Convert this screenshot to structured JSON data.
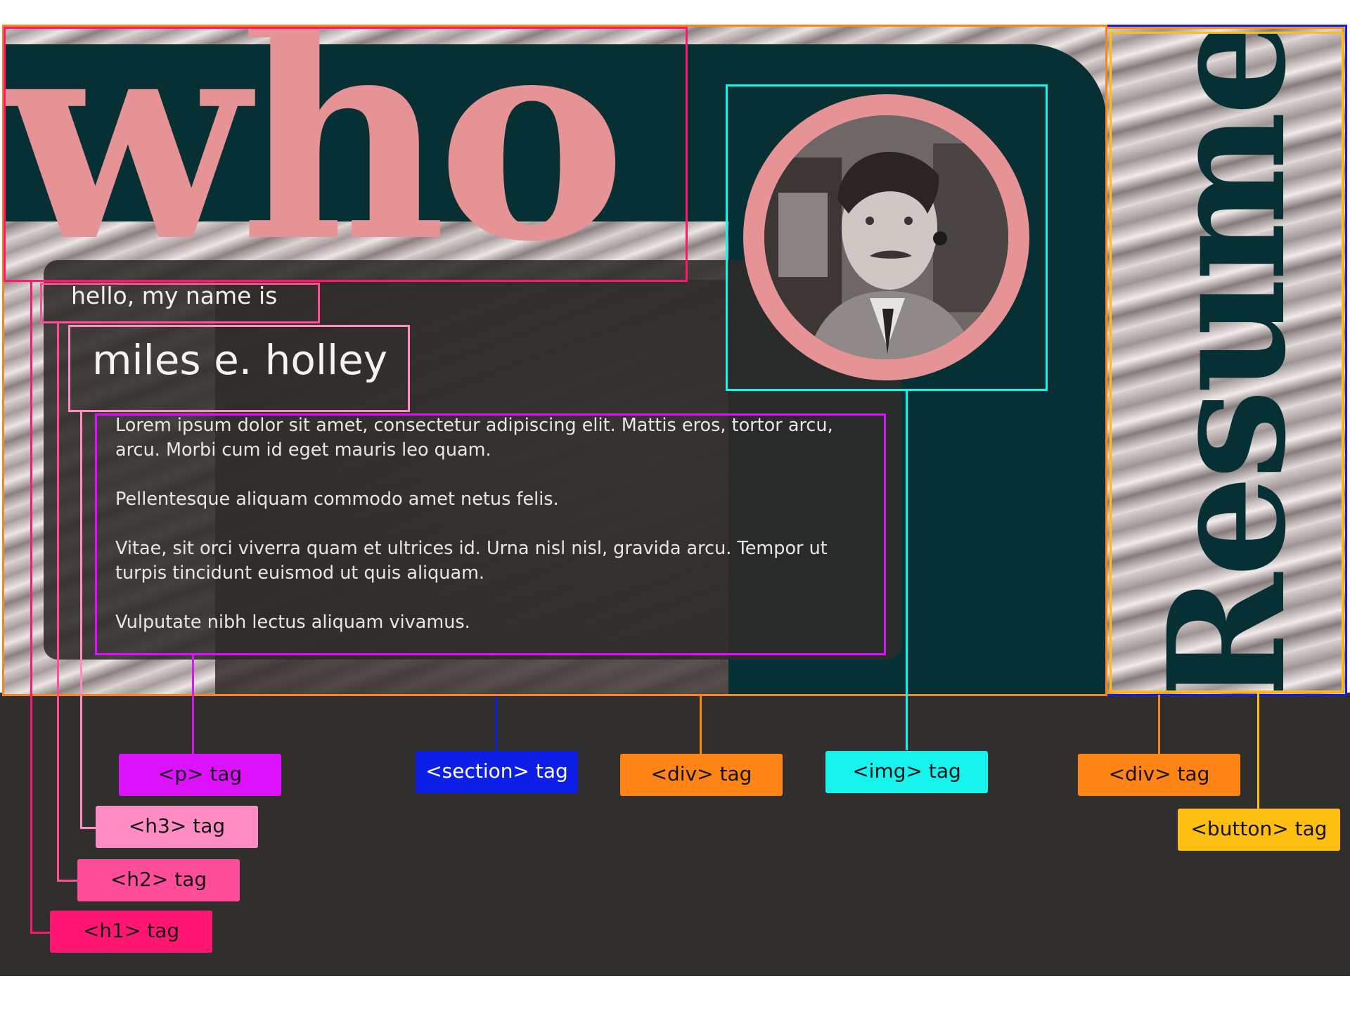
{
  "hero": {
    "title": "who",
    "greeting": "hello, my name is",
    "name": "miles e. holley",
    "paragraphs": [
      "Lorem ipsum dolor sit amet, consectetur adipiscing elit. Mattis eros, tortor arcu, arcu. Morbi cum id eget mauris leo quam.",
      "Pellentesque aliquam commodo amet netus felis.",
      "Vitae, sit orci viverra quam et ultrices id. Urna nisl nisl, gravida arcu. Tempor ut turpis tincidunt euismod ut quis aliquam.",
      "Vulputate nibh lectus aliquam vivamus."
    ]
  },
  "side": {
    "button_label": "Resume"
  },
  "annotations": [
    {
      "label": "<p> tag",
      "color": "#dc12ff"
    },
    {
      "label": "<h3> tag",
      "color": "#ff8dc3"
    },
    {
      "label": "<h2> tag",
      "color": "#ff4d9a"
    },
    {
      "label": "<h1> tag",
      "color": "#ff1670"
    },
    {
      "label": "<section> tag",
      "color": "#0d1fe6"
    },
    {
      "label": "<div> tag",
      "color": "#ff8416"
    },
    {
      "label": "<img> tag",
      "color": "#16f2ec"
    },
    {
      "label": "<div> tag",
      "color": "#ff8416"
    },
    {
      "label": "<button> tag",
      "color": "#ffbf12"
    }
  ],
  "colors": {
    "teal": "#073034",
    "pink": "#e69395",
    "canvas": "#302f2e"
  }
}
